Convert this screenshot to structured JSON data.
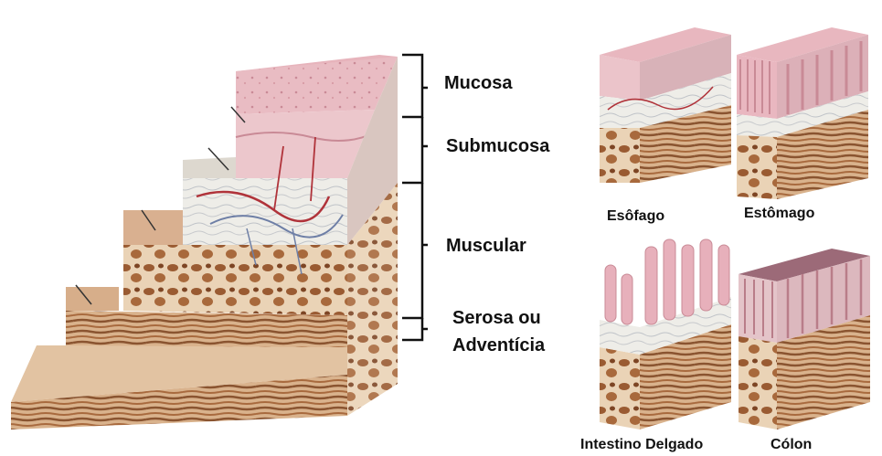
{
  "layers": [
    {
      "id": "mucosa",
      "label": "Mucosa"
    },
    {
      "id": "submucosa",
      "label": "Submucosa"
    },
    {
      "id": "muscular",
      "label": "Muscular"
    },
    {
      "id": "serosa",
      "label_line1": "Serosa ou",
      "label_line2": "Adventícia"
    }
  ],
  "organs": [
    {
      "id": "esofago",
      "label": "Esôfago"
    },
    {
      "id": "estomago",
      "label": "Estômago"
    },
    {
      "id": "intestino",
      "label": "Intestino Delgado"
    },
    {
      "id": "colon",
      "label": "Cólon"
    }
  ],
  "colors": {
    "mucosa": "#e8b7bf",
    "mucosa_dark": "#c98a96",
    "submucosa": "#ecebe6",
    "vessel_red": "#b0333a",
    "vessel_blue": "#6e7fa6",
    "muscle": "#b77a4c",
    "muscle_dark": "#7a4726",
    "muscle_light": "#e6c9a8",
    "bracket": "#111111"
  }
}
